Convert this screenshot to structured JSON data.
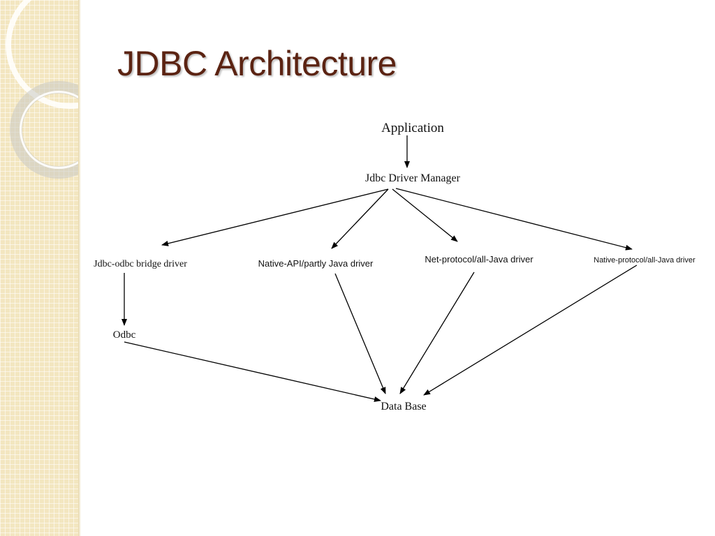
{
  "slide": {
    "title": "JDBC Architecture"
  },
  "diagram": {
    "nodes": {
      "application": "Application",
      "driver_manager": "Jdbc Driver Manager",
      "jdbc_odbc_bridge": "Jdbc-odbc bridge driver",
      "native_api": "Native-API/partly Java driver",
      "net_protocol": "Net-protocol/all-Java driver",
      "native_protocol": "Native-protocol/all-Java driver",
      "odbc": "Odbc",
      "database": "Data Base"
    },
    "edges": [
      [
        "application",
        "driver_manager"
      ],
      [
        "driver_manager",
        "jdbc_odbc_bridge"
      ],
      [
        "driver_manager",
        "native_api"
      ],
      [
        "driver_manager",
        "net_protocol"
      ],
      [
        "driver_manager",
        "native_protocol"
      ],
      [
        "jdbc_odbc_bridge",
        "odbc"
      ],
      [
        "odbc",
        "database"
      ],
      [
        "native_api",
        "database"
      ],
      [
        "net_protocol",
        "database"
      ],
      [
        "native_protocol",
        "database"
      ]
    ]
  }
}
